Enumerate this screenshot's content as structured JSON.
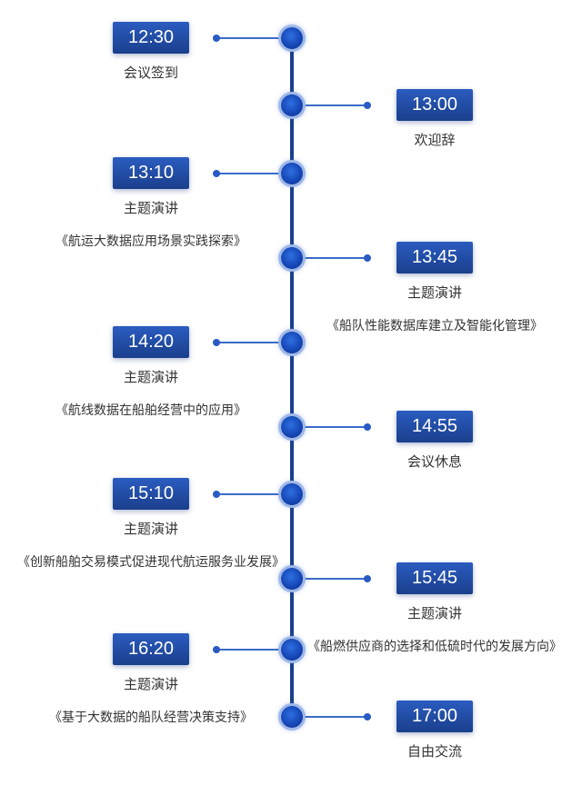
{
  "agenda": [
    {
      "time": "12:30",
      "title": "会议签到",
      "subtitle": "",
      "side": "left"
    },
    {
      "time": "13:00",
      "title": "欢迎辞",
      "subtitle": "",
      "side": "right"
    },
    {
      "time": "13:10",
      "title": "主题演讲",
      "subtitle": "《航运大数据应用场景实践探索》",
      "side": "left"
    },
    {
      "time": "13:45",
      "title": "主题演讲",
      "subtitle": "《船队性能数据库建立及智能化管理》",
      "side": "right"
    },
    {
      "time": "14:20",
      "title": "主题演讲",
      "subtitle": "《航线数据在船舶经营中的应用》",
      "side": "left"
    },
    {
      "time": "14:55",
      "title": "会议休息",
      "subtitle": "",
      "side": "right"
    },
    {
      "time": "15:10",
      "title": "主题演讲",
      "subtitle": "《创新船舶交易模式促进现代航运服务业发展》",
      "side": "left"
    },
    {
      "time": "15:45",
      "title": "主题演讲",
      "subtitle": "《船燃供应商的选择和低硫时代的发展方向》",
      "side": "right"
    },
    {
      "time": "16:20",
      "title": "主题演讲",
      "subtitle": "《基于大数据的船队经营决策支持》",
      "side": "left"
    },
    {
      "time": "17:00",
      "title": "自由交流",
      "subtitle": "",
      "side": "right"
    }
  ]
}
